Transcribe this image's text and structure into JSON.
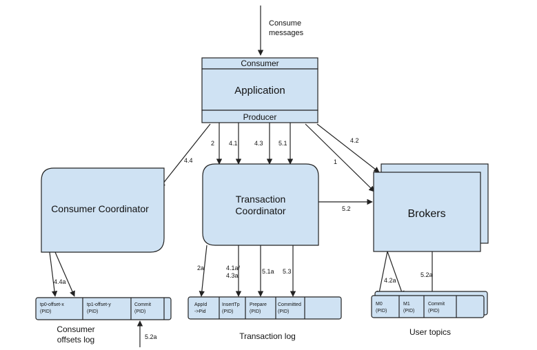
{
  "input": {
    "label_line1": "Consume",
    "label_line2": "messages"
  },
  "app_stack": {
    "consumer": "Consumer",
    "application": "Application",
    "producer": "Producer"
  },
  "consumer_coordinator": {
    "title": "Consumer Coordinator"
  },
  "transaction_coordinator": {
    "title_line1": "Transaction",
    "title_line2": "Coordinator"
  },
  "brokers": {
    "title": "Brokers"
  },
  "edge_labels": {
    "e2": "2",
    "e41": "4.1",
    "e43": "4.3",
    "e51": "5.1",
    "e42": "4.2",
    "e1": "1",
    "e44": "4.4",
    "e52": "5.2",
    "e44a": "4.4a",
    "e2a": "2a",
    "e41a_l1": "4.1a/",
    "e41a_l2": "4.3a",
    "e51a": "5.1a",
    "e53": "5.3",
    "e42a": "4.2a",
    "e52a_right": "5.2a",
    "e52a_bottom": "5.2a"
  },
  "consumer_offsets_log": {
    "caption_line1": "Consumer",
    "caption_line2": "offsets log",
    "cells": [
      {
        "line1": "tp0-offset-x",
        "line2": "(PID)"
      },
      {
        "line1": "tp1-offset-y",
        "line2": "(PID)"
      },
      {
        "line1": "Commit",
        "line2": "(PID)"
      }
    ]
  },
  "transaction_log": {
    "caption": "Transaction log",
    "cells": [
      {
        "line1": "AppId",
        "line2": "->Pid"
      },
      {
        "line1": "InsertTp",
        "line2": "(PID)"
      },
      {
        "line1": "Prepare",
        "line2": "(PID)"
      },
      {
        "line1": "Committed",
        "line2": "(PID)"
      }
    ]
  },
  "user_topics": {
    "caption": "User topics",
    "cells": [
      {
        "line1": "M0",
        "line2": "(PID)"
      },
      {
        "line1": "M1",
        "line2": "(PID)"
      },
      {
        "line1": "Commit",
        "line2": "(PID)"
      }
    ]
  }
}
